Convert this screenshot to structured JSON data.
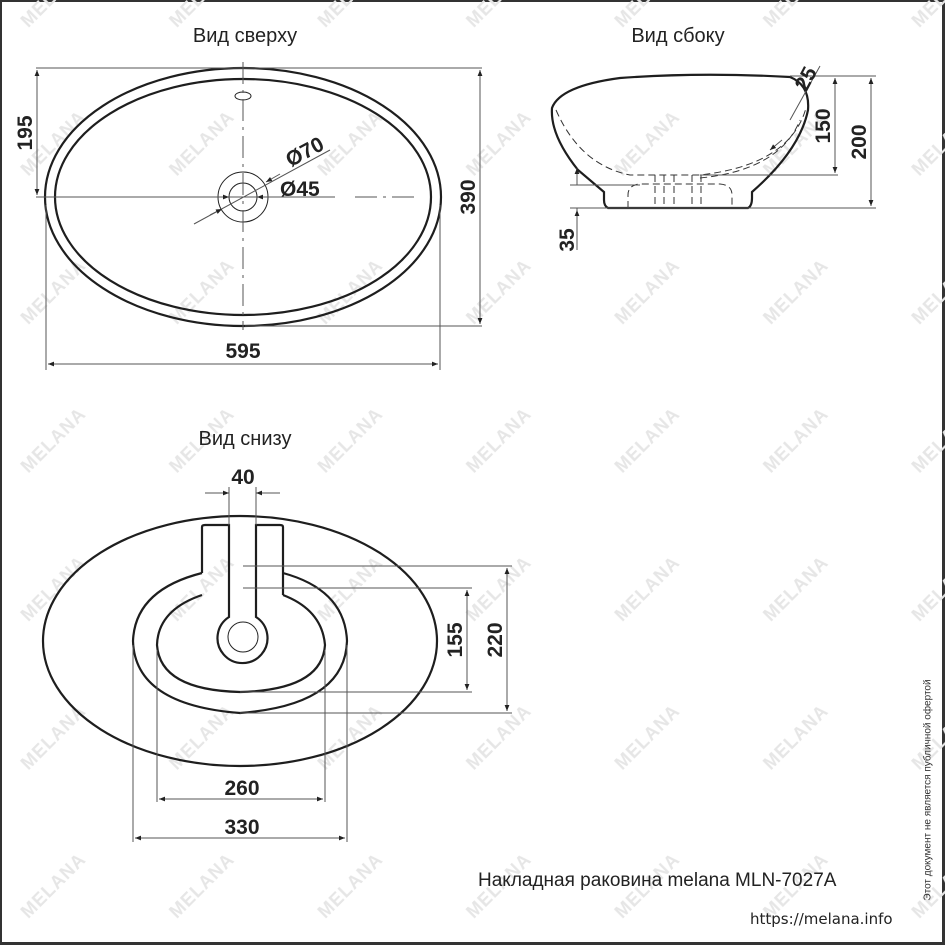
{
  "watermark": {
    "text": "MELANA",
    "color": "#e6e6e6"
  },
  "views": {
    "top": {
      "title": "Вид сверху",
      "dims": {
        "length": "595",
        "width": "390",
        "half_width": "195",
        "drain_outer": "Ø70",
        "drain_inner": "Ø45"
      }
    },
    "side": {
      "title": "Вид сбоку",
      "dims": {
        "rim": "25",
        "bowl_depth": "150",
        "total_height": "200",
        "base_height": "35"
      }
    },
    "bottom": {
      "title": "Вид снизу",
      "dims": {
        "slot_width": "40",
        "inner_depth": "155",
        "outer_depth": "220",
        "inner_width": "260",
        "outer_width": "330"
      }
    }
  },
  "footer": {
    "product": "Накладная раковина melana MLN-7027A",
    "url": "https://melana.info",
    "disclaimer": "Этот документ не является публичной офертой"
  },
  "colors": {
    "line": "#1e1e1e",
    "dimension_line": "#555555",
    "border": "#333333",
    "background": "#ffffff"
  }
}
